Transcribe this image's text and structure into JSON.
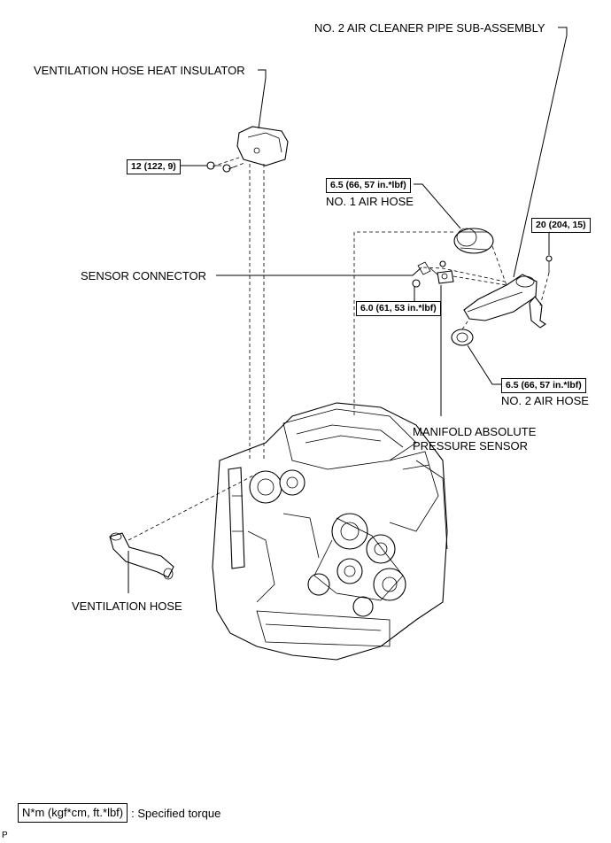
{
  "labels": {
    "air_cleaner_pipe": "NO. 2 AIR CLEANER PIPE SUB-ASSEMBLY",
    "heat_insulator": "VENTILATION HOSE HEAT INSULATOR",
    "no1_air_hose": "NO. 1 AIR HOSE",
    "sensor_connector": "SENSOR CONNECTOR",
    "no2_air_hose": "NO. 2 AIR HOSE",
    "map_sensor_line1": "MANIFOLD ABSOLUTE",
    "map_sensor_line2": "PRESSURE SENSOR",
    "ventilation_hose": "VENTILATION HOSE"
  },
  "torques": {
    "insulator_bolt": "12 (122, 9)",
    "no1_hose_clamp": "6.5 (66, 57 in.*lbf)",
    "pipe_bolt": "20 (204, 15)",
    "sensor_bolt": "6.0 (61, 53 in.*lbf)",
    "no2_hose_clamp": "6.5 (66, 57 in.*lbf)"
  },
  "legend": {
    "box_text": "N*m (kgf*cm, ft.*lbf)",
    "description": ": Specified torque"
  },
  "corner_mark": "P"
}
